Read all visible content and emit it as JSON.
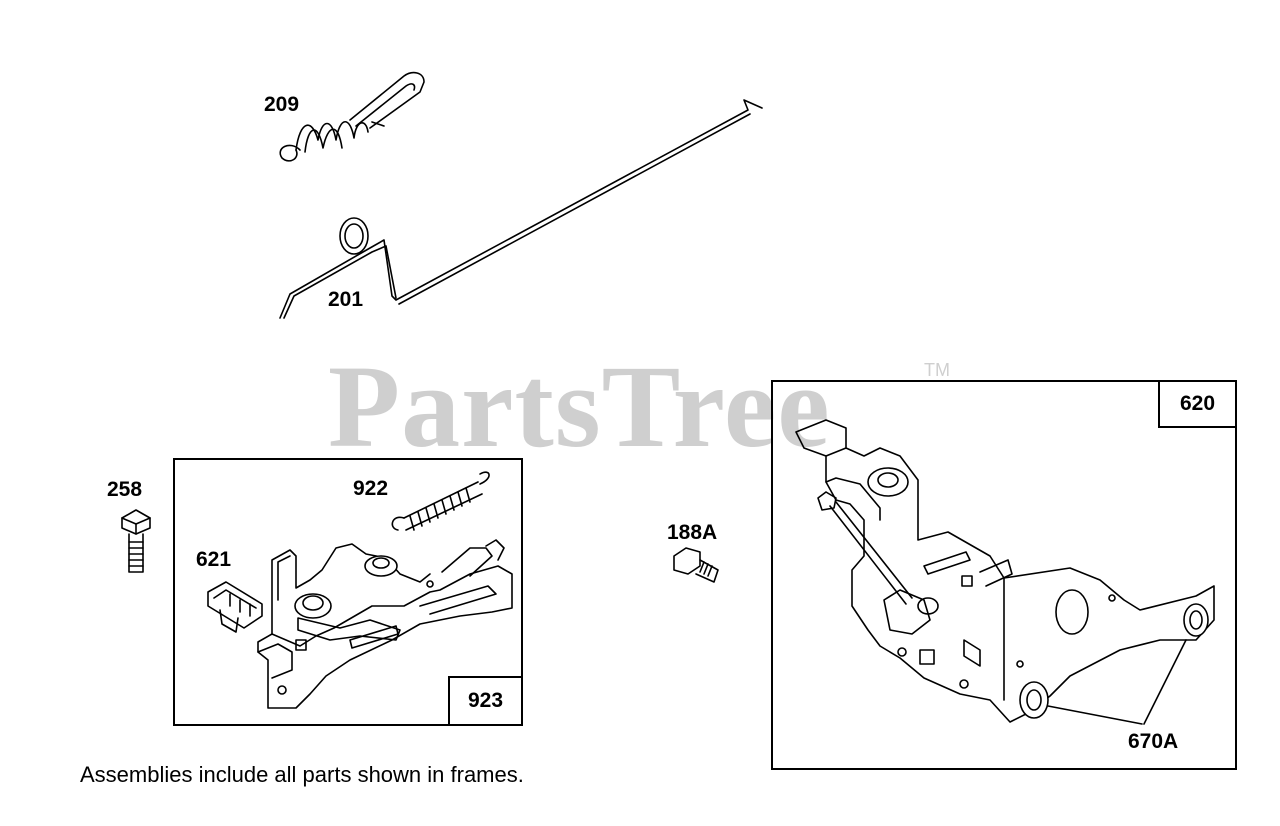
{
  "watermark": {
    "text": "PartsTree",
    "tm": "TM"
  },
  "parts": {
    "p209": "209",
    "p201": "201",
    "p258": "258",
    "p922": "922",
    "p621": "621",
    "p188A": "188A",
    "p620": "620",
    "p923": "923",
    "p670A": "670A"
  },
  "footnote": "Assemblies include all parts shown in frames."
}
